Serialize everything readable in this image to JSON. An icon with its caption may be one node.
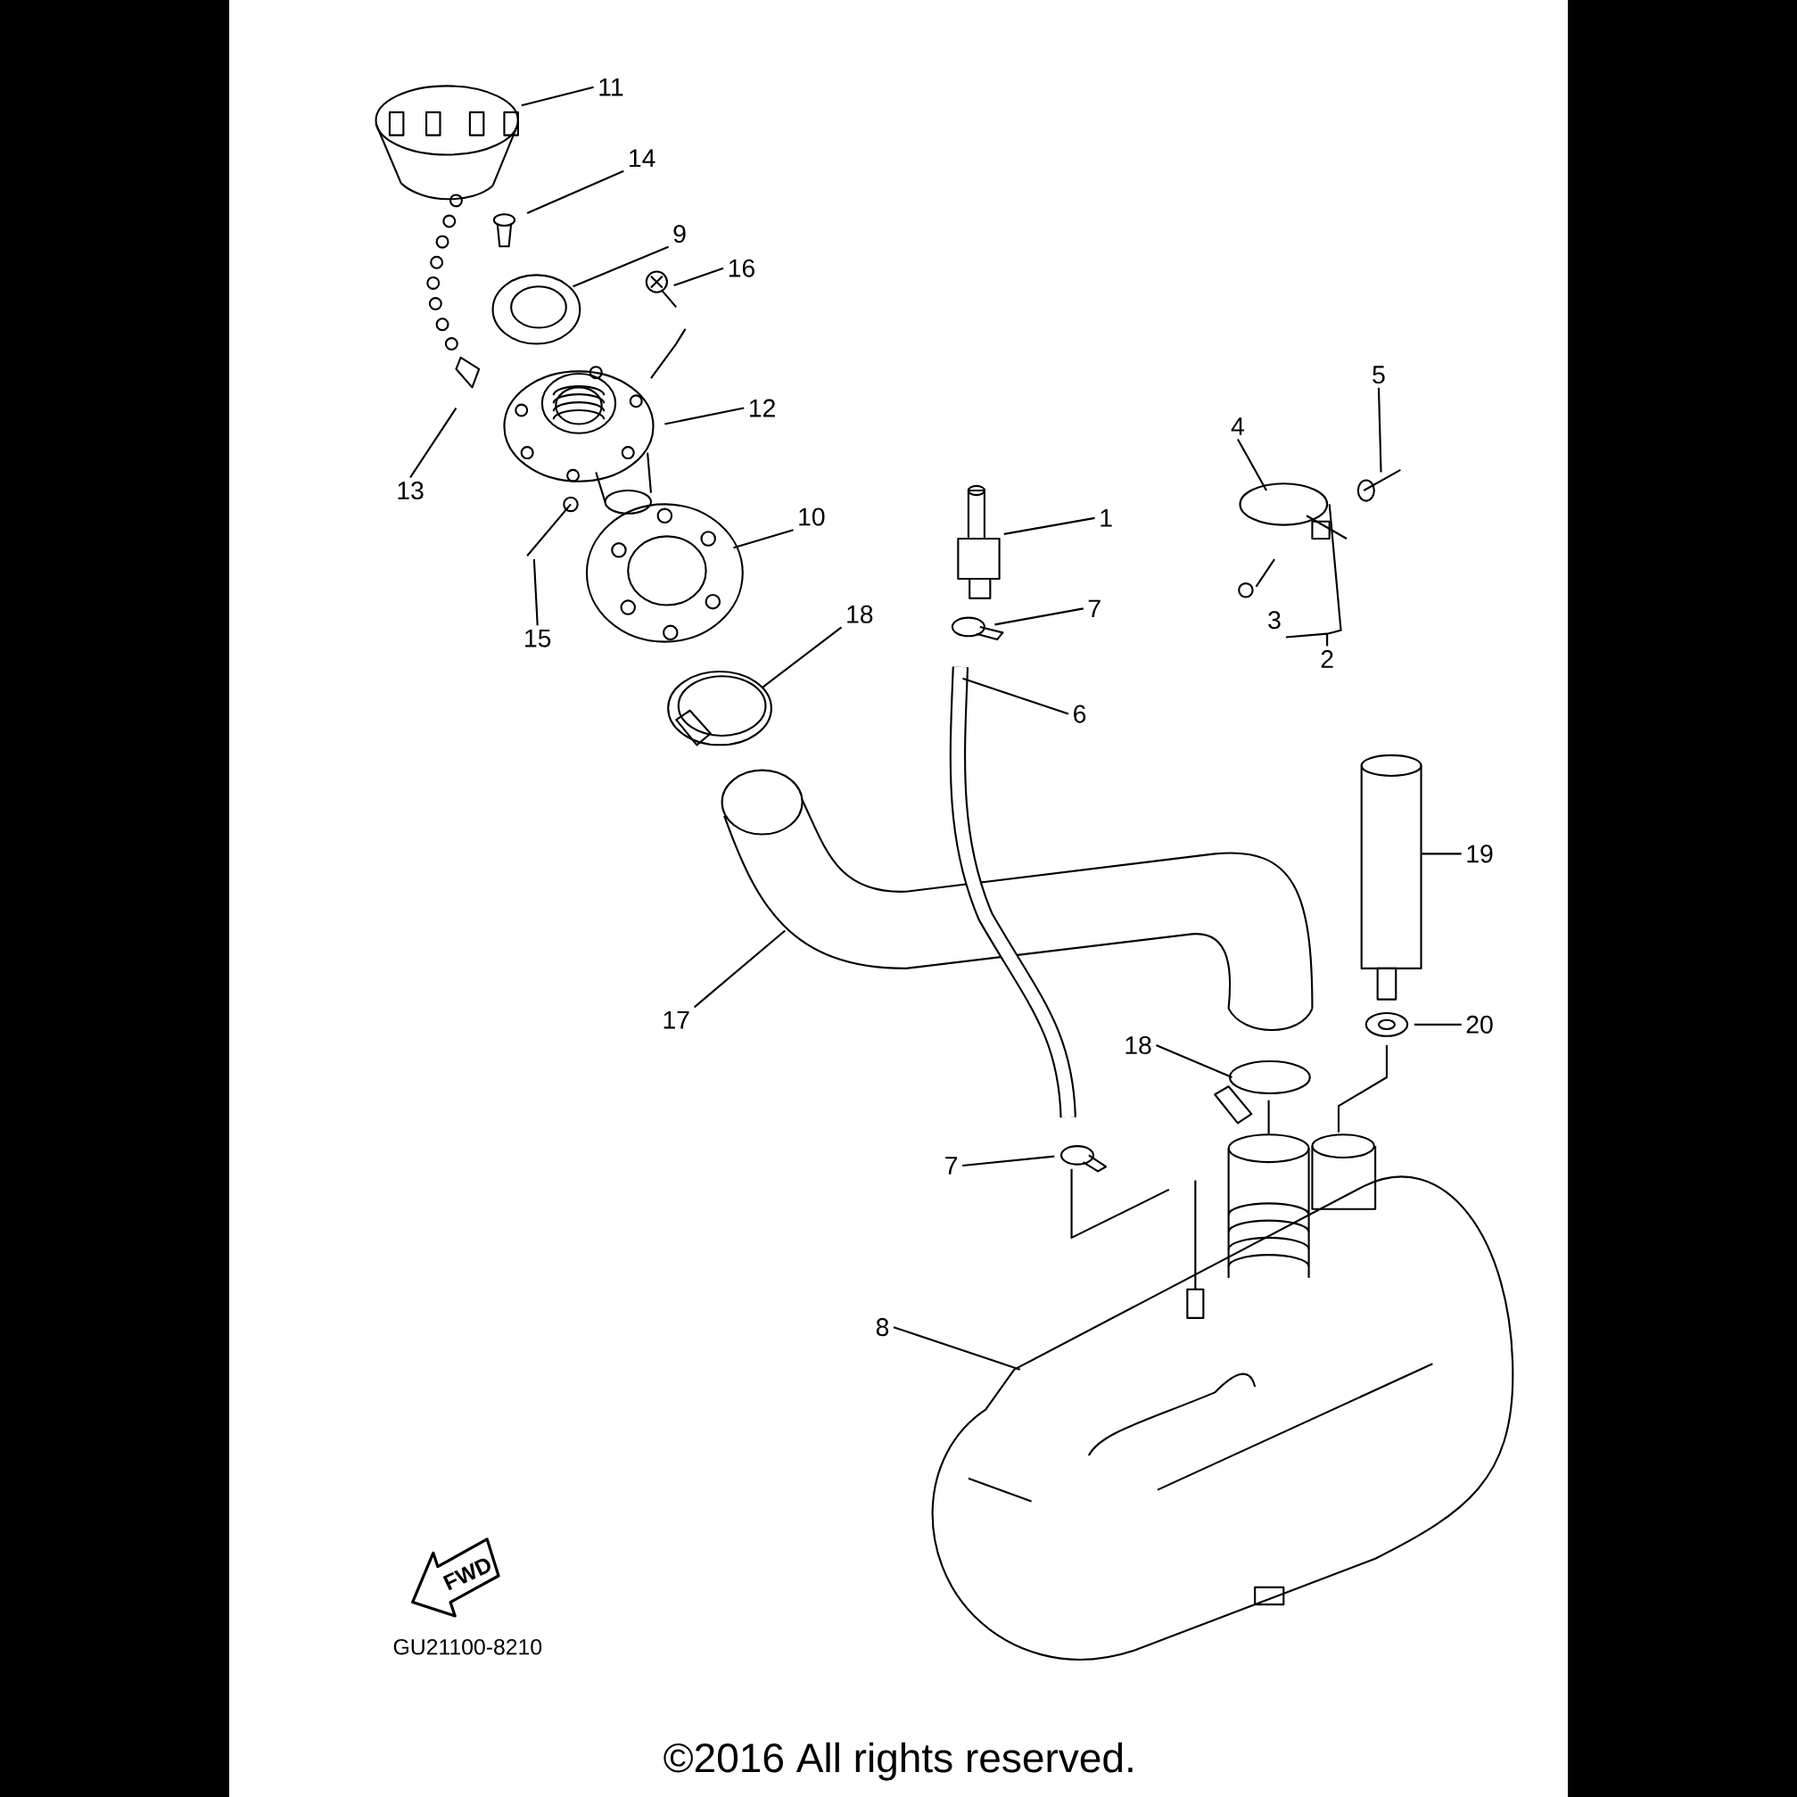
{
  "diagram": {
    "nodes": [
      {
        "text": [
          "11"
        ]
      },
      {
        "text": [
          "14"
        ]
      },
      {
        "text": [
          "9"
        ]
      },
      {
        "text": [
          "16"
        ]
      },
      {
        "text": [
          "13"
        ]
      },
      {
        "text": [
          "12"
        ]
      },
      {
        "text": [
          "5"
        ]
      },
      {
        "text": [
          "4"
        ]
      },
      {
        "text": [
          "1"
        ]
      },
      {
        "text": [
          "10"
        ]
      },
      {
        "text": [
          "15"
        ]
      },
      {
        "text": [
          "7"
        ]
      },
      {
        "text": [
          "18"
        ]
      },
      {
        "text": [
          "2"
        ]
      },
      {
        "text": [
          "6"
        ]
      },
      {
        "text": [
          "19"
        ]
      },
      {
        "text": [
          "17"
        ]
      },
      {
        "text": [
          "20"
        ]
      },
      {
        "text": [
          "18"
        ]
      },
      {
        "text": [
          "7"
        ]
      },
      {
        "text": [
          "8"
        ]
      }
    ],
    "edges": [
      {
        "from": 0,
        "to": null,
        "arrow": "none"
      },
      {
        "from": 1,
        "to": null,
        "arrow": "none"
      },
      {
        "from": 2,
        "to": null,
        "arrow": "none"
      },
      {
        "from": 3,
        "to": null,
        "arrow": "none"
      },
      {
        "from": 4,
        "to": null,
        "arrow": "none"
      },
      {
        "from": 5,
        "to": null,
        "arrow": "none"
      },
      {
        "from": 6,
        "to": null,
        "arrow": "none"
      },
      {
        "from": 7,
        "to": null,
        "arrow": "none"
      },
      {
        "from": 8,
        "to": null,
        "arrow": "none"
      },
      {
        "from": 9,
        "to": null,
        "arrow": "none"
      },
      {
        "from": 10,
        "to": null,
        "arrow": "none"
      },
      {
        "from": 11,
        "to": null,
        "arrow": "none"
      },
      {
        "from": 12,
        "to": null,
        "arrow": "none"
      },
      {
        "from": 13,
        "to": null,
        "arrow": "none"
      },
      {
        "from": 14,
        "to": null,
        "arrow": "none"
      },
      {
        "from": 15,
        "to": null,
        "arrow": "none"
      },
      {
        "from": 16,
        "to": null,
        "arrow": "none"
      },
      {
        "from": 17,
        "to": null,
        "arrow": "none"
      },
      {
        "from": 18,
        "to": null,
        "arrow": "none"
      },
      {
        "from": 19,
        "to": null,
        "arrow": "none"
      },
      {
        "from": 20,
        "to": null,
        "arrow": "none"
      }
    ],
    "labels": [
      "3",
      "FWD",
      "GU21100-8210",
      "©2016 All rights reserved."
    ]
  }
}
